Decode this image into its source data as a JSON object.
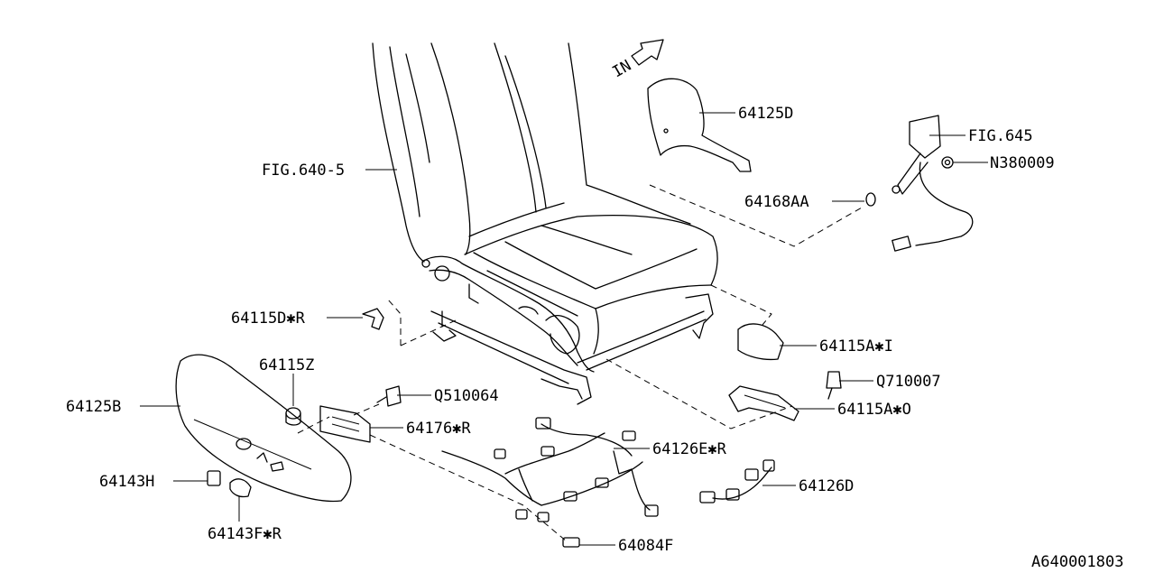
{
  "diagram": {
    "orientation_mark": "IN",
    "diagram_id": "A640001803",
    "labels": {
      "fig_640_5": "FIG.640-5",
      "p64125D": "64125D",
      "fig_645": "FIG.645",
      "n380009": "N380009",
      "p64168AA": "64168AA",
      "p64115D_R": "64115D✱R",
      "p64115A_I": "64115A✱I",
      "p64115Z": "64115Z",
      "q710007": "Q710007",
      "q510064": "Q510064",
      "p64125B": "64125B",
      "p64115A_O": "64115A✱O",
      "p64176_R": "64176✱R",
      "p64126E_R": "64126E✱R",
      "p64143H": "64143H",
      "p64126D": "64126D",
      "p64143F_R": "64143F✱R",
      "p64084F": "64084F"
    }
  }
}
